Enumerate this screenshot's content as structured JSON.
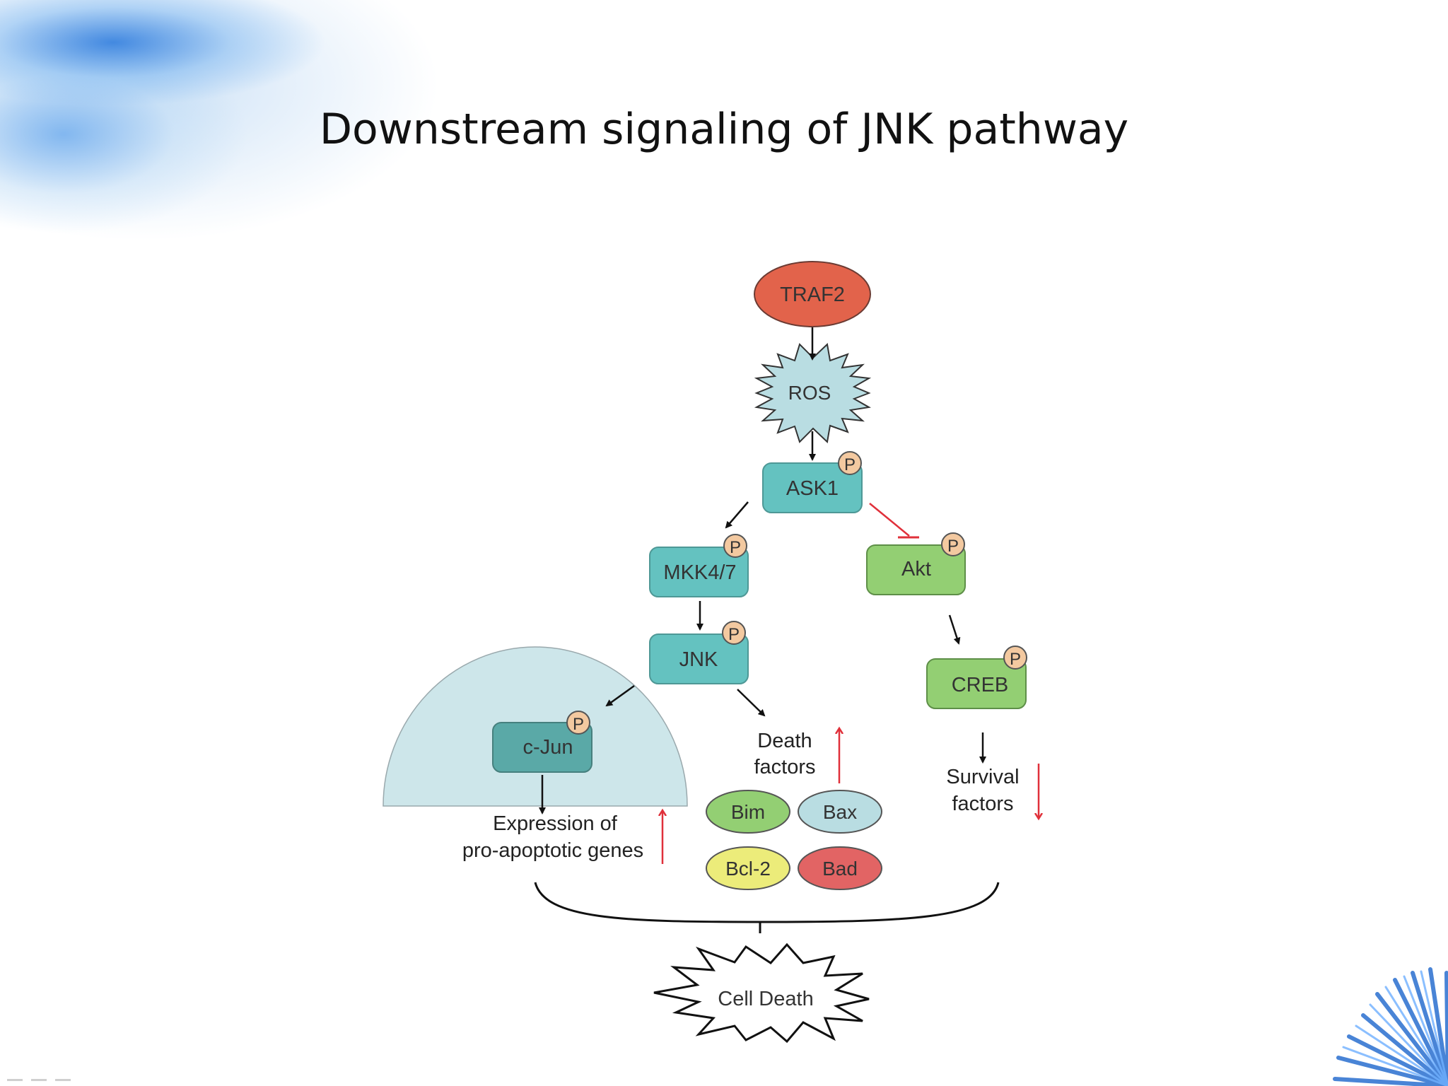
{
  "slide": {
    "title": "Downstream signaling of JNK pathway"
  },
  "diagram": {
    "nodes": {
      "traf2": "TRAF2",
      "ros": "ROS",
      "ask1": "ASK1",
      "mkk47": "MKK4/7",
      "akt": "Akt",
      "jnk": "JNK",
      "creb": "CREB",
      "cjun": "c-Jun",
      "bim": "Bim",
      "bax": "Bax",
      "bcl2": "Bcl-2",
      "bad": "Bad",
      "cell_death": "Cell Death"
    },
    "phospho_label": "P",
    "labels": {
      "expression_line1": "Expression of",
      "expression_line2": "pro-apoptotic genes",
      "death_line1": "Death",
      "death_line2": "factors",
      "survival_line1": "Survival",
      "survival_line2": "factors"
    },
    "colors": {
      "traf2": "#e2634b",
      "ros": "#b9dde2",
      "teal": "#64c2c0",
      "teal_dark": "#5aa9a7",
      "green": "#93cf73",
      "nucleus": "#cde6ea",
      "bim": "#93cf73",
      "bax": "#b9dde2",
      "bcl2": "#ecec7a",
      "bad": "#e26464",
      "phospho": "#f3c9a0",
      "red_arrow": "#e0303a"
    }
  }
}
